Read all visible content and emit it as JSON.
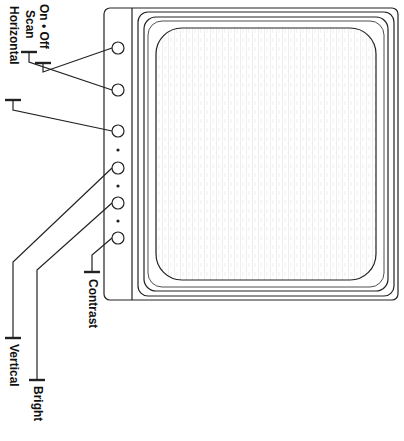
{
  "diagram": {
    "labels": [
      "On • Off",
      "Scan",
      "Horizontal",
      "Vertical",
      "Bright",
      "Contrast"
    ]
  }
}
